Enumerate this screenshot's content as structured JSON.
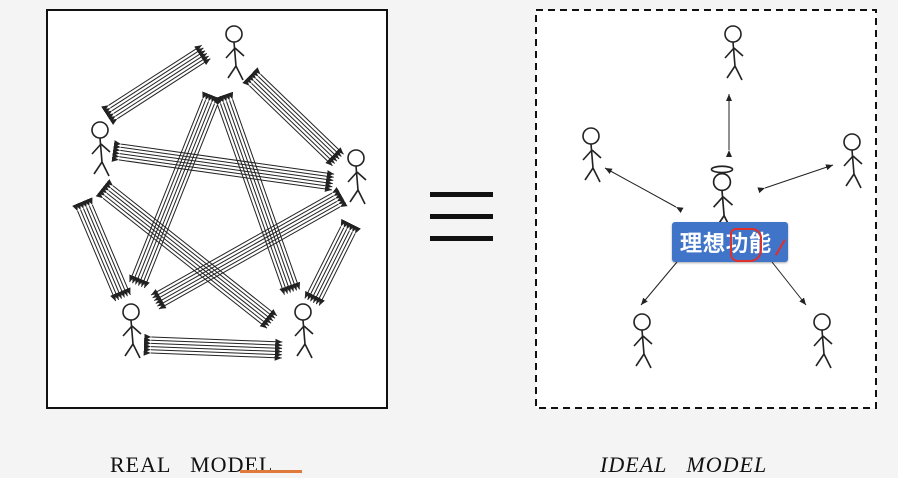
{
  "real_model": {
    "caption": "REAL   MODEL",
    "node_count": 5
  },
  "ideal_model": {
    "caption": "IDEAL   MODEL",
    "badge_text": "理想功能",
    "peripheral_count": 5
  },
  "equivalence": {
    "symbol": "≡"
  },
  "colors": {
    "badge": "#3f74c9",
    "badge_text": "#ffffff",
    "annotation": "#e0302c",
    "caption_underline": "#e07a3a"
  }
}
